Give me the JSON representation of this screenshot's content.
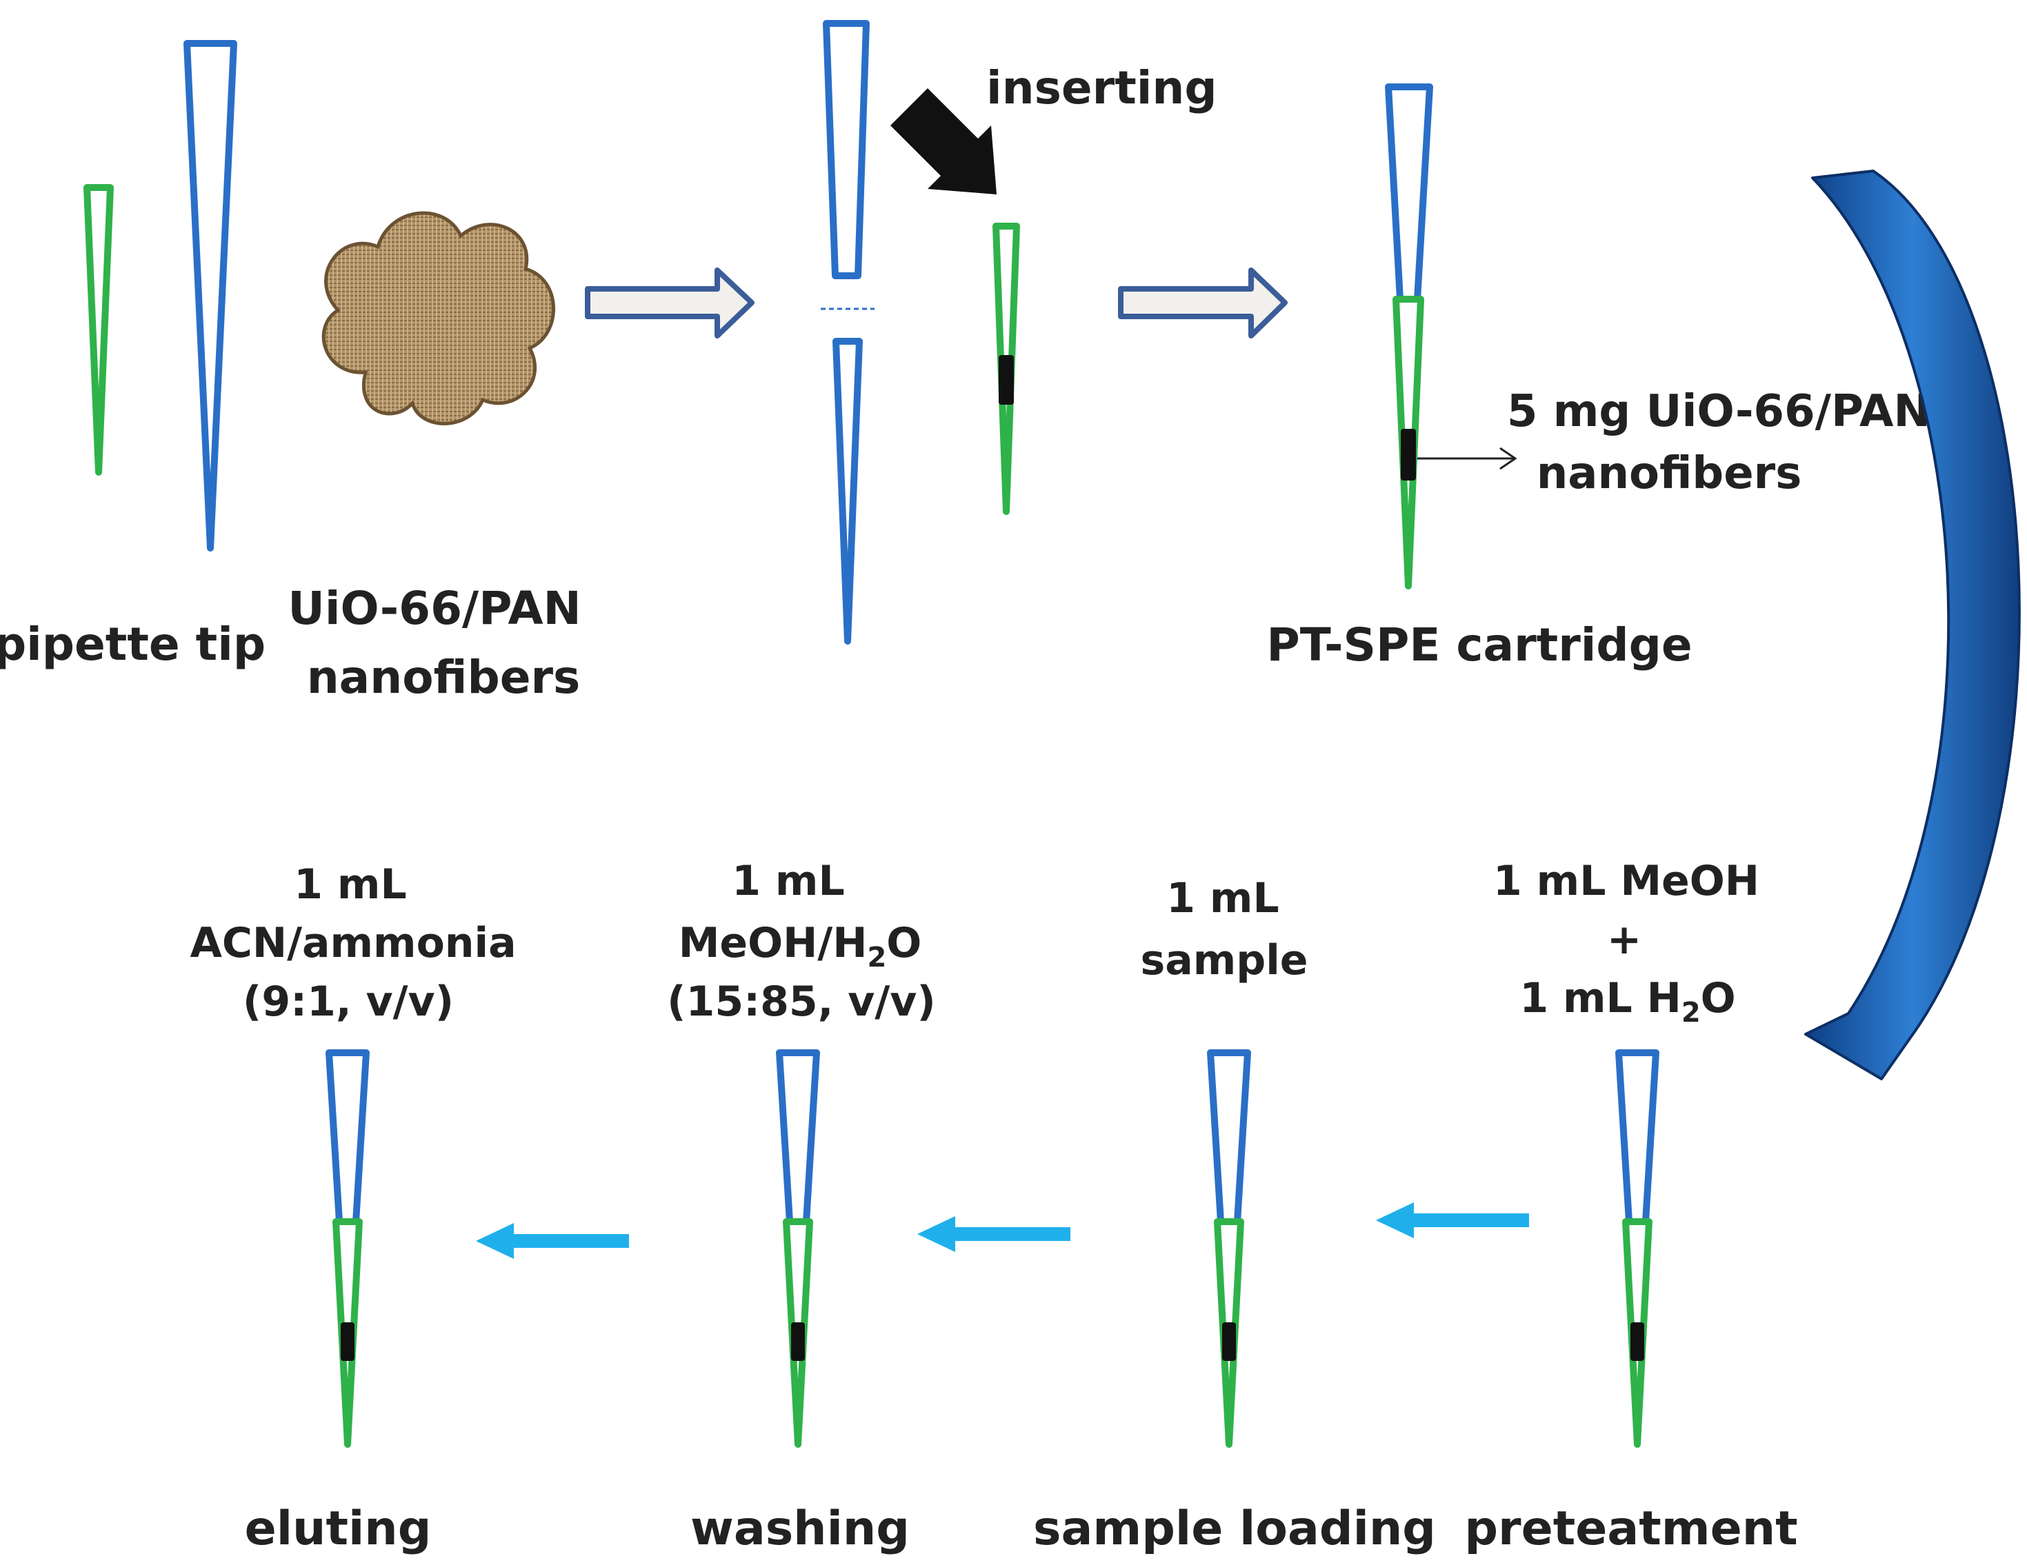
{
  "labels": {
    "pipette_tip": "pipette tip",
    "nanofibers_line1": "UiO-66/PAN",
    "nanofibers_line2": "nanofibers",
    "inserting": "inserting",
    "cartridge": "PT-SPE cartridge",
    "amount_line1": "5 mg UiO-66/PAN",
    "amount_line2": "nanofibers"
  },
  "steps": {
    "eluting": {
      "name": "eluting",
      "line1": "1 mL",
      "line2": "ACN/ammonia",
      "line3": "(9:1, v/v)"
    },
    "washing": {
      "name": "washing",
      "line1": "1 mL",
      "line2_pre": "MeOH/H",
      "line2_sub": "2",
      "line2_post": "O",
      "line3": "(15:85, v/v)"
    },
    "loading": {
      "name": "sample loading",
      "line1": "1 mL",
      "line2": "sample"
    },
    "pretreatment": {
      "name": "preteatment",
      "line1": "1 mL MeOH",
      "line2": "+",
      "line3_pre": "1 mL H",
      "line3_sub": "2",
      "line3_post": "O"
    }
  },
  "colors": {
    "large_tip": "#2a6fc7",
    "small_tip": "#2fb24a",
    "sorbent": "#111111",
    "process_arrow": "#1a5aa8",
    "step_arrow": "#1fb0ec",
    "block_arrow_fill": "#f1f0ec",
    "block_arrow_stroke": "#3b5d99",
    "nanofiber": "#a88a60"
  }
}
